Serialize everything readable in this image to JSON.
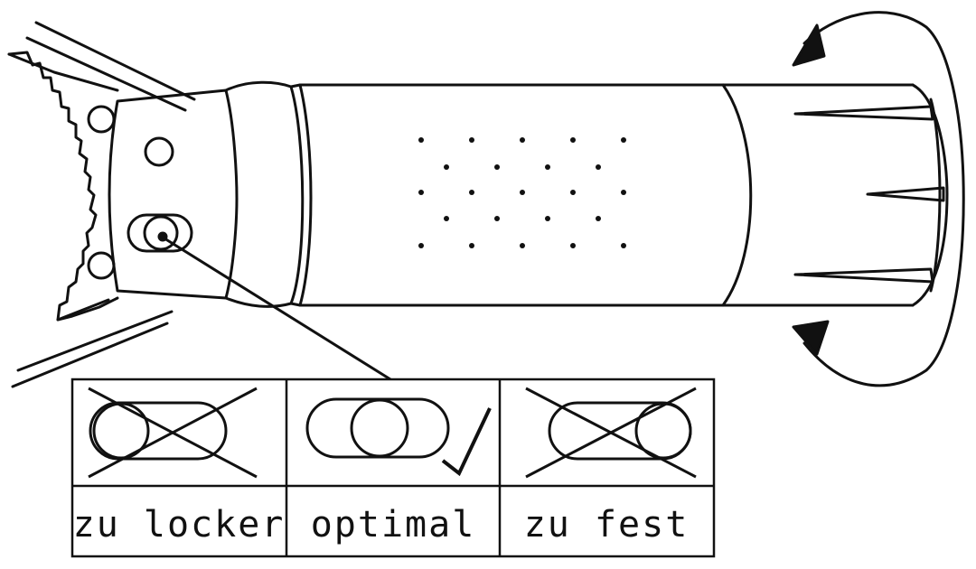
{
  "diagram": {
    "stroke_color": "#111111",
    "background": "#ffffff",
    "panels": [
      {
        "id": "loose",
        "label": "zu locker",
        "status": "wrong",
        "symbol": "cross-icon"
      },
      {
        "id": "optimal",
        "label": "optimal",
        "status": "correct",
        "symbol": "check-icon"
      },
      {
        "id": "tight",
        "label": "zu fest",
        "status": "wrong",
        "symbol": "cross-icon"
      }
    ],
    "rotation_indicator": "rotate-arrow-icon"
  }
}
